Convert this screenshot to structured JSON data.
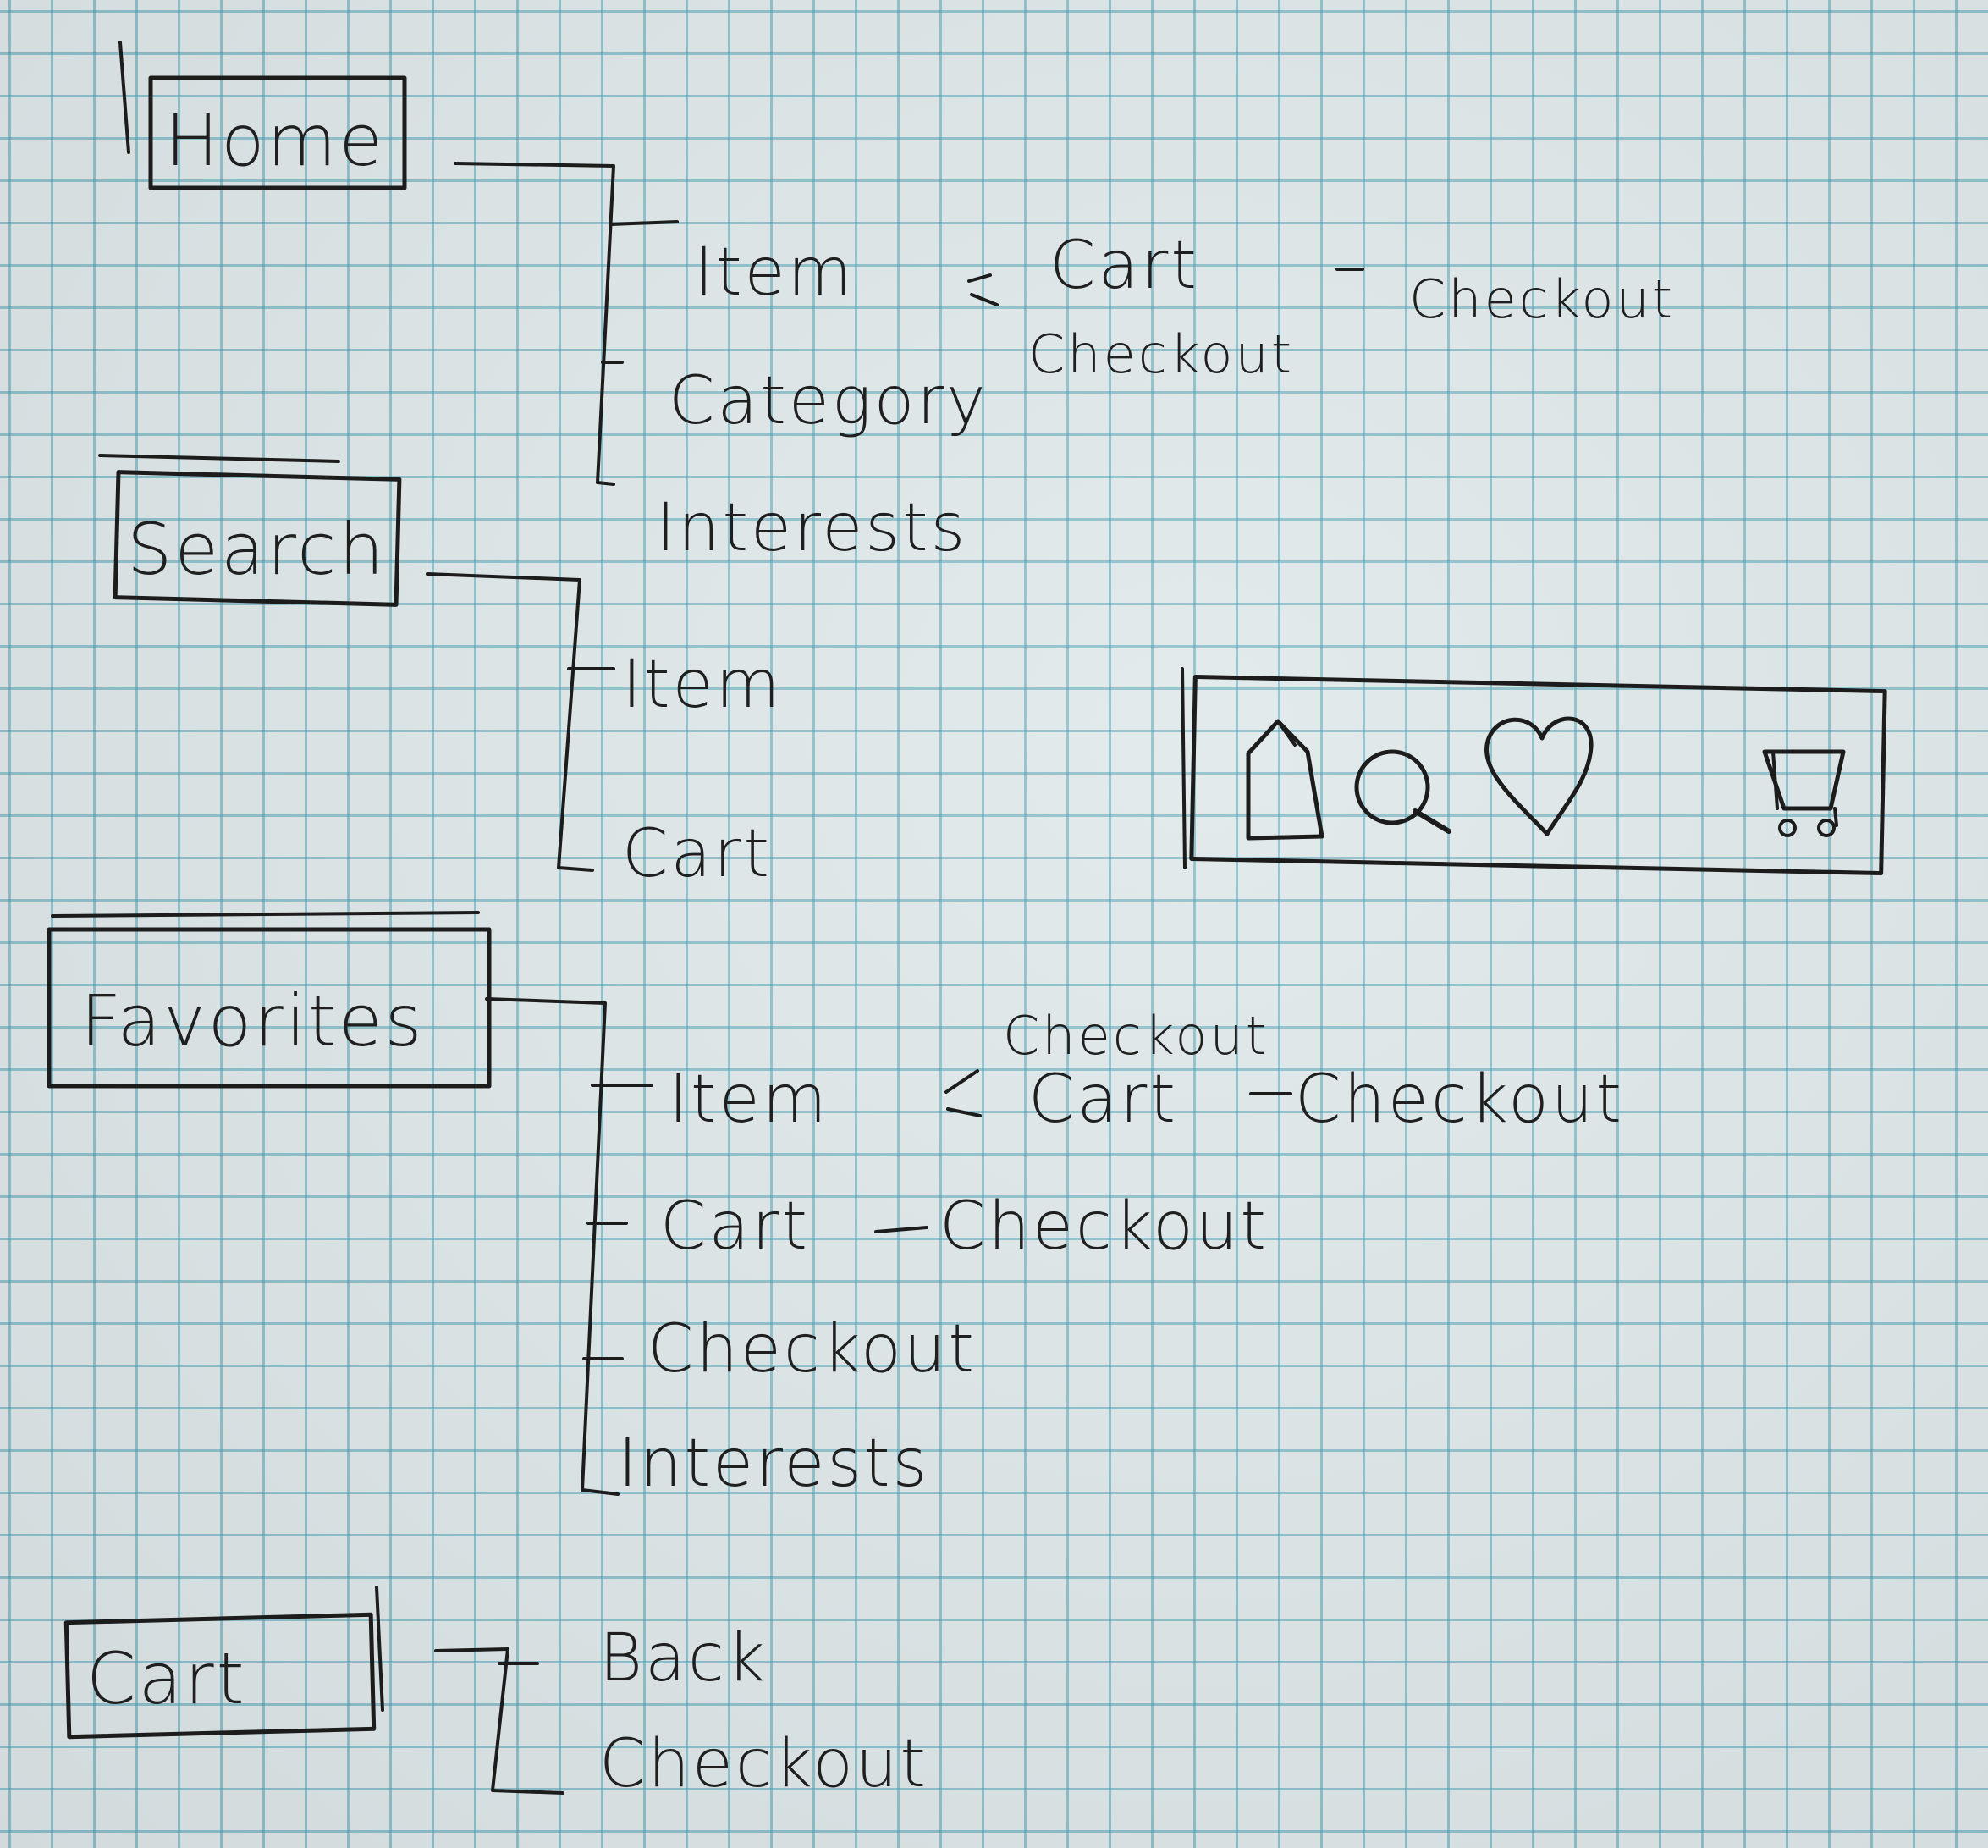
{
  "sections": [
    {
      "label": "Home",
      "children": [
        {
          "label": "Item",
          "next": "Cart",
          "then": "Checkout",
          "alt": "Checkout"
        },
        {
          "label": "Category"
        },
        {
          "label": "Interests"
        }
      ]
    },
    {
      "label": "Search",
      "children": [
        {
          "label": "Item"
        },
        {
          "label": "Cart"
        }
      ]
    },
    {
      "label": "Favorites",
      "children": [
        {
          "label": "Item",
          "alt": "Checkout",
          "next": "Cart",
          "then": "Checkout"
        },
        {
          "label": "Cart",
          "then": "Checkout"
        },
        {
          "label": "Checkout"
        },
        {
          "label": "Interests"
        }
      ]
    },
    {
      "label": "Cart",
      "children": [
        {
          "label": "Back"
        },
        {
          "label": "Checkout"
        }
      ]
    }
  ],
  "nav_bar": {
    "icons": [
      "home-icon",
      "search-icon",
      "heart-icon",
      "cart-icon"
    ]
  },
  "colors": {
    "ink": "#1c1c1c",
    "grid": "#4a9eb2",
    "paper": "#dfe8ea"
  }
}
